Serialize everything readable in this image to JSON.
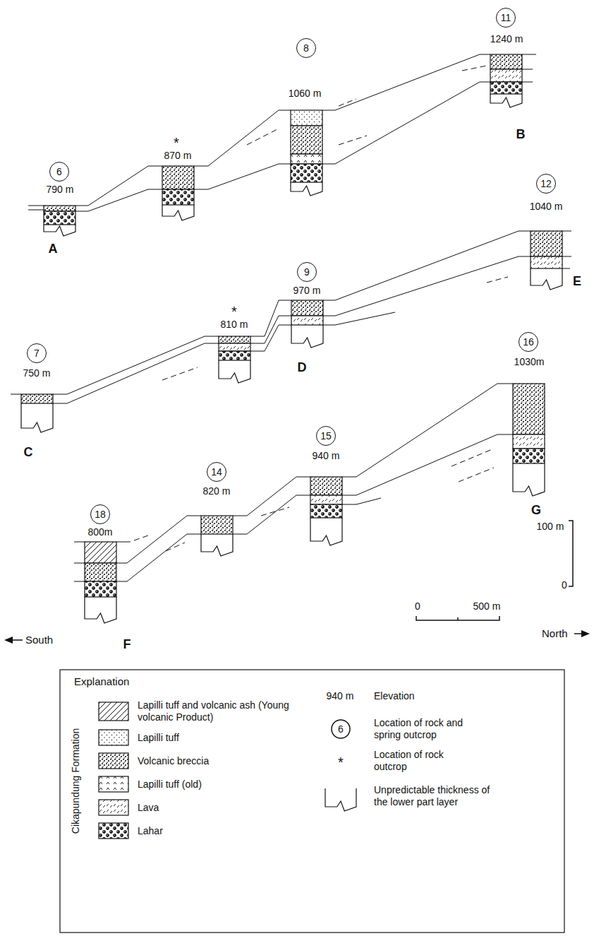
{
  "diagram": {
    "nodes": [
      {
        "text": [
          "11"
        ]
      },
      {
        "text": [
          "8"
        ]
      },
      {
        "text": [
          "6"
        ]
      },
      {
        "text": [
          "12"
        ]
      },
      {
        "text": [
          "9"
        ]
      },
      {
        "text": [
          "7"
        ]
      },
      {
        "text": [
          "16"
        ]
      },
      {
        "text": [
          "15"
        ]
      },
      {
        "text": [
          "14"
        ]
      },
      {
        "text": [
          "18"
        ]
      }
    ],
    "labels": [
      "790 m",
      "*",
      "870 m",
      "1060 m",
      "1240 m",
      "A",
      "B",
      "1040 m",
      "970 m",
      "*",
      "810 m",
      "750 m",
      "C",
      "D",
      "E",
      "1030m",
      "940 m",
      "820 m",
      "800m",
      "100 m",
      "0",
      "G",
      "0",
      "500 m",
      "South",
      "F",
      "North",
      "Explanation",
      "Cikapundung Formation",
      "940 m",
      "6",
      "*"
    ],
    "legend": [
      {
        "text": "Lapilli tuff and volcanic ash (Young volcanic Product)"
      },
      {
        "text": "Lapilli tuff"
      },
      {
        "text": "Volcanic breccia"
      },
      {
        "text": "Lapilli tuff (old)"
      },
      {
        "text": "Lava"
      },
      {
        "text": "Lahar"
      },
      {
        "text": "Elevation"
      },
      {
        "text": "Location of rock and spring outcrop"
      },
      {
        "text": "Location of rock outcrop"
      },
      {
        "text": "Unpredictable thickness of the lower part layer"
      }
    ]
  }
}
